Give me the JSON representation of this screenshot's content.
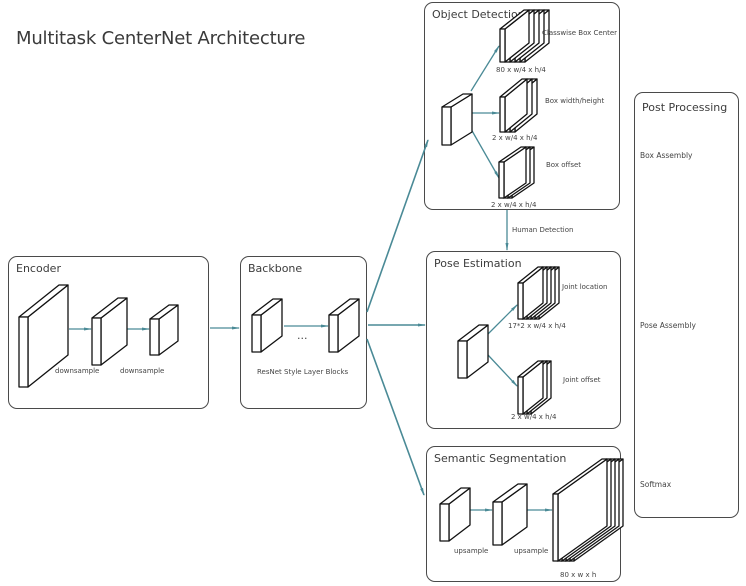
{
  "title": "Multitask CenterNet Architecture",
  "colors": {
    "arrow": "#4a8a96",
    "border": "#4a4a4a",
    "text": "#3c3c3c"
  },
  "encoder": {
    "title": "Encoder",
    "labels": [
      "downsample",
      "downsample"
    ]
  },
  "backbone": {
    "title": "Backbone",
    "ellipsis": "...",
    "caption": "ResNet Style Layer Blocks"
  },
  "object_detection": {
    "title": "Object Detection",
    "heads": [
      {
        "name": "Classwise Box Center",
        "shape": "80 x w/4 x h/4"
      },
      {
        "name": "Box width/height",
        "shape": "2 x w/4 x h/4"
      },
      {
        "name": "Box offset",
        "shape": "2 x w/4 x h/4"
      }
    ]
  },
  "human_detection_label": "Human Detection",
  "pose_estimation": {
    "title": "Pose Estimation",
    "heads": [
      {
        "name": "Joint location",
        "shape": "17*2 x w/4 x h/4"
      },
      {
        "name": "Joint offset",
        "shape": "2 x w/4 x h/4"
      }
    ]
  },
  "semantic_segmentation": {
    "title": "Semantic Segmentation",
    "labels": [
      "upsample",
      "upsample"
    ],
    "output_shape": "80 x w x h"
  },
  "post_processing": {
    "title": "Post Processing",
    "items": [
      "Box Assembly",
      "Pose Assembly",
      "Softmax"
    ]
  }
}
